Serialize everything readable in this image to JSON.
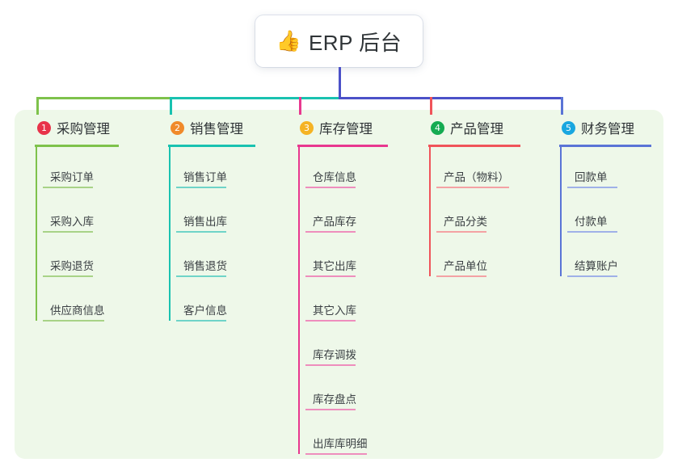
{
  "root": {
    "icon": "thumbs-up-emoji",
    "emoji": "👍",
    "title": "ERP 后台"
  },
  "theme": {
    "panel_bg": "#eef8e9",
    "page_bg": "#ffffff",
    "text": "#2f3437",
    "stem": "#4b51c8"
  },
  "branches": [
    {
      "number": "1",
      "title": "采购管理",
      "badge_color": "#e8334a",
      "line_color": "#7ec24b",
      "leaf_line_color": "#a8d387",
      "items": [
        {
          "label": "采购订单"
        },
        {
          "label": "采购入库"
        },
        {
          "label": "采购退货"
        },
        {
          "label": "供应商信息"
        }
      ]
    },
    {
      "number": "2",
      "title": "销售管理",
      "badge_color": "#f08a2a",
      "line_color": "#19c2b0",
      "leaf_line_color": "#6fd4c8",
      "items": [
        {
          "label": "销售订单"
        },
        {
          "label": "销售出库"
        },
        {
          "label": "销售退货"
        },
        {
          "label": "客户信息"
        }
      ]
    },
    {
      "number": "3",
      "title": "库存管理",
      "badge_color": "#f5b324",
      "line_color": "#e8388f",
      "leaf_line_color": "#ee8ebd",
      "items": [
        {
          "label": "仓库信息"
        },
        {
          "label": "产品库存"
        },
        {
          "label": "其它出库"
        },
        {
          "label": "其它入库"
        },
        {
          "label": "库存调拨"
        },
        {
          "label": "库存盘点"
        },
        {
          "label": "出库库明细"
        }
      ]
    },
    {
      "number": "4",
      "title": "产品管理",
      "badge_color": "#15ab52",
      "line_color": "#f0545a",
      "leaf_line_color": "#f4a2a4",
      "items": [
        {
          "label": "产品（物料）"
        },
        {
          "label": "产品分类"
        },
        {
          "label": "产品单位"
        }
      ]
    },
    {
      "number": "5",
      "title": "财务管理",
      "badge_color": "#19a7e0",
      "line_color": "#5a74d6",
      "leaf_line_color": "#9fb1e8",
      "items": [
        {
          "label": "回款单"
        },
        {
          "label": "付款单"
        },
        {
          "label": "结算账户"
        }
      ]
    }
  ]
}
